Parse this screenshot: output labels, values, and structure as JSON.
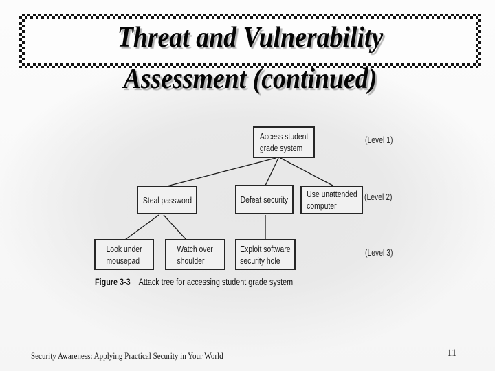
{
  "title": {
    "line1": "Threat and Vulnerability",
    "line2": "Assessment (continued)"
  },
  "tree": {
    "nodes": {
      "root": {
        "line1": "Access student",
        "line2": "grade system"
      },
      "steal_password": {
        "line1": "Steal password",
        "line2": ""
      },
      "defeat_security": {
        "line1": "Defeat security",
        "line2": ""
      },
      "use_unattended": {
        "line1": "Use unattended",
        "line2": "computer"
      },
      "look_under": {
        "line1": "Look under",
        "line2": "mousepad"
      },
      "watch_over": {
        "line1": "Watch over",
        "line2": "shoulder"
      },
      "exploit_software": {
        "line1": "Exploit software",
        "line2": "security hole"
      }
    },
    "levels": {
      "level1": "(Level 1)",
      "level2": "(Level 2)",
      "level3": "(Level 3)"
    },
    "caption": {
      "label": "Figure 3-3",
      "text": "Attack tree for accessing student grade system"
    }
  },
  "footer": {
    "text": "Security Awareness: Applying Practical Security in Your World",
    "page": "11"
  },
  "colors": {
    "checker_dark": "#131313",
    "title_shadow": "#b3b3b3",
    "diagram_bg": "#e9e9e9",
    "node_fill": "#f1f1f1",
    "node_border": "#262626"
  }
}
